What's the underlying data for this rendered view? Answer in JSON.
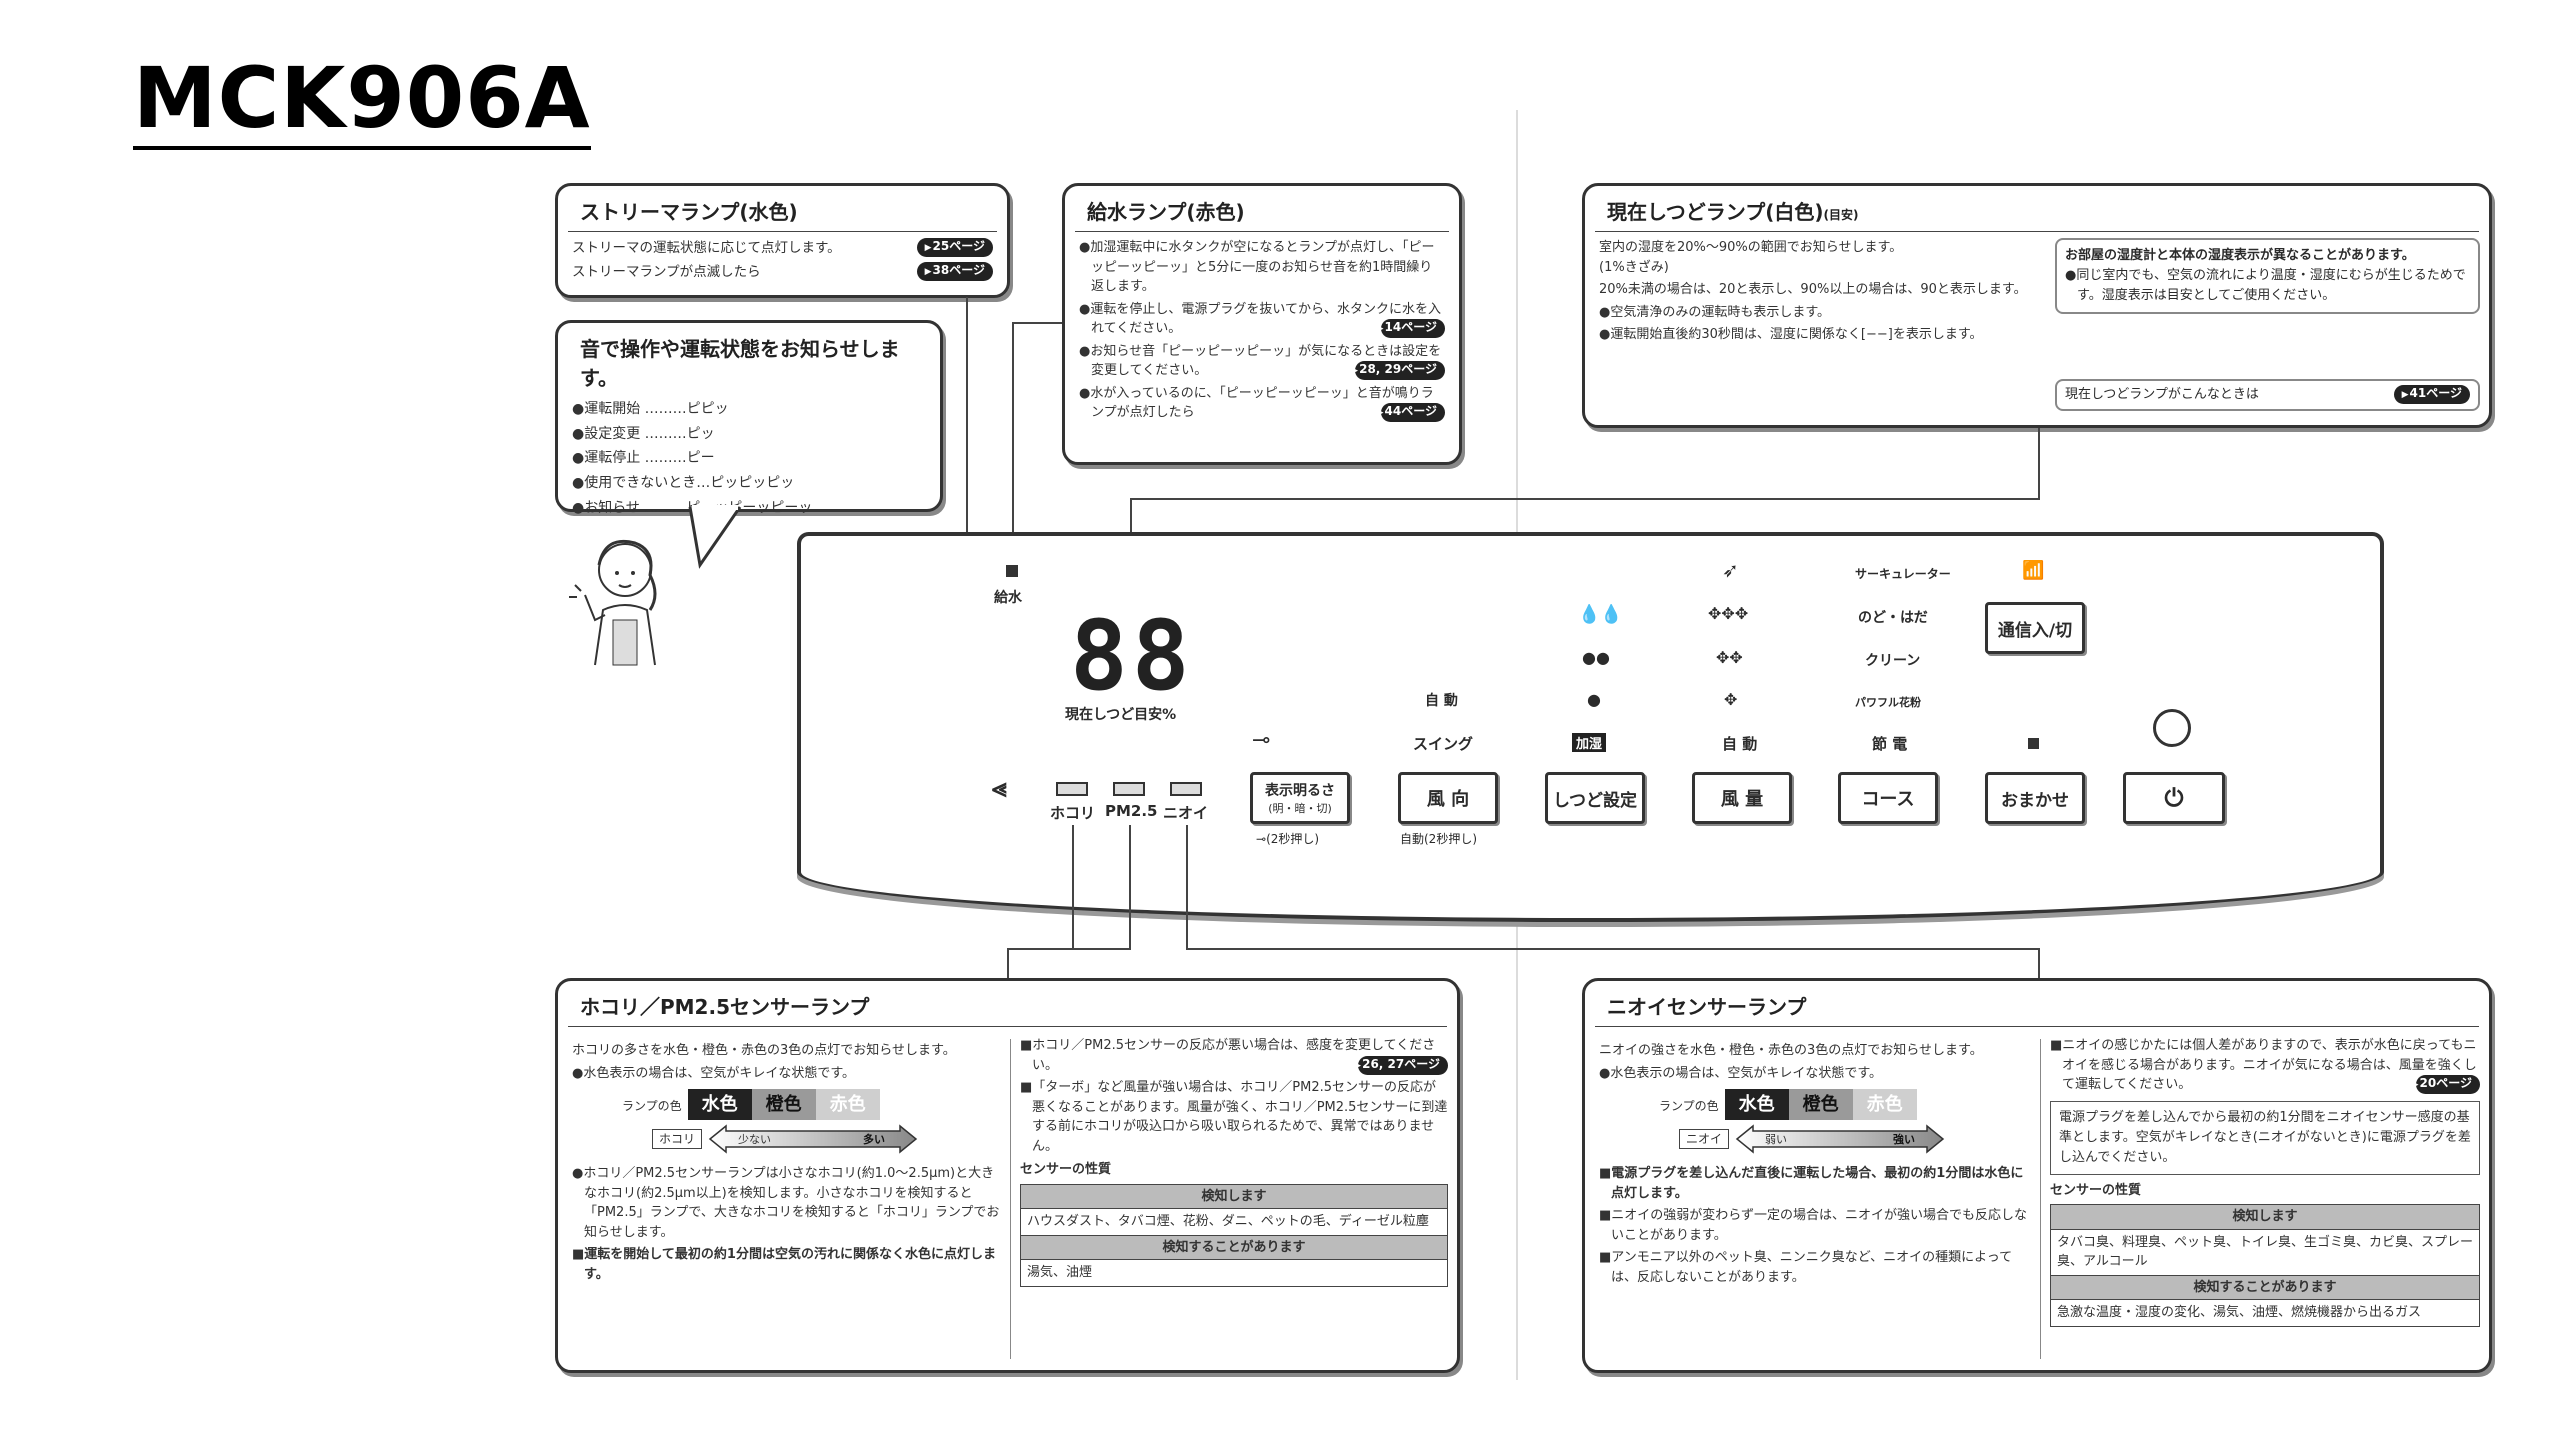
{
  "model": "MCK906A",
  "streamer_box": {
    "title": "ストリーマランプ(水色)",
    "line1": "ストリーマの運転状態に応じて点灯します。",
    "ref1": "25ページ",
    "line2": "ストリーマランプが点滅したら",
    "ref2": "38ページ"
  },
  "sound_box": {
    "title": "音で操作や運転状態をお知らせします。",
    "items": [
      "●運転開始 ………ピピッ",
      "●設定変更 ………ピッ",
      "●運転停止 ………ピー",
      "●使用できないとき…ピッピッピッ",
      "●お知らせ ………ピーッピーッピーッ"
    ]
  },
  "water_box": {
    "title": "給水ランプ(赤色)",
    "p1": "●加湿運転中に水タンクが空になるとランプが点灯し、「ピーッピーッピーッ」と5分に一度のお知らせ音を約1時間繰り返します。",
    "p2": "●運転を停止し、電源プラグを抜いてから、水タンクに水を入れてください。",
    "ref2": "14ページ",
    "p3": "●お知らせ音「ピーッピーッピーッ」が気になるときは設定を変更してください。",
    "ref3": "28, 29ページ",
    "p4": "●水が入っているのに、「ピーッピーッピーッ」と音が鳴りランプが点灯したら",
    "ref4": "44ページ"
  },
  "humidity_box": {
    "title": "現在しつどランプ(白色)",
    "title_small": "(目安)",
    "p1": "室内の湿度を20%～90%の範囲でお知らせします。",
    "p2": "(1%きざみ)",
    "p3": "20%未満の場合は、20と表示し、90%以上の場合は、90と表示します。",
    "p4": "●空気清浄のみの運転時も表示します。",
    "p5": "●運転開始直後約30秒間は、湿度に関係なく[−−]を表示します。",
    "note_title": "お部屋の湿度計と本体の湿度表示が異なることがあります。",
    "note_text": "●同じ室内でも、空気の流れにより温度・湿度にむらが生じるためです。湿度表示は目安としてご使用ください。",
    "footer": "現在しつどランプがこんなときは",
    "footer_ref": "41ページ"
  },
  "panel": {
    "water_label": "給水",
    "display": "88",
    "display_label": "現在しつど目安%",
    "sensor_labels": [
      "ホコリ",
      "PM2.5",
      "ニオイ"
    ],
    "brightness_button": "表示明るさ",
    "brightness_sub": "(明・暗・切)",
    "lock_note": "(2秒押し)",
    "auto_label": "自 動",
    "swing_label": "スイング",
    "wind_dir_button": "風 向",
    "wind_dir_note": "自動(2秒押し)",
    "humidify_label": "加湿",
    "humidity_set_button": "しつど設定",
    "fan_auto_label": "自 動",
    "fan_button": "風 量",
    "course_labels": [
      "サーキュレーター",
      "のど・はだ",
      "クリーン",
      "パワフル花粉",
      "節 電"
    ],
    "course_button": "コース",
    "omakase_button": "おまかせ",
    "wifi_button": "通信入/切",
    "power_icon": "power-icon"
  },
  "dust_box": {
    "title": "ホコリ／PM2.5センサーランプ",
    "intro": "ホコリの多さを水色・橙色・赤色の3色の点灯でお知らせします。",
    "note1": "●水色表示の場合は、空気がキレイな状態です。",
    "lamp_color_label": "ランプの色",
    "colors": [
      "水色",
      "橙色",
      "赤色"
    ],
    "scale_label": "ホコリ",
    "scale_low": "少ない",
    "scale_high": "多い",
    "p2": "●ホコリ／PM2.5センサーランプは小さなホコリ(約1.0～2.5μm)と大きなホコリ(約2.5μm以上)を検知します。小さなホコリを検知すると「PM2.5」ランプで、大きなホコリを検知すると「ホコリ」ランプでお知らせします。",
    "p3": "■運転を開始して最初の約1分間は空気の汚れに関係なく水色に点灯します。",
    "r1": "■ホコリ／PM2.5センサーの反応が悪い場合は、感度を変更してください。",
    "r1_ref": "26, 27ページ",
    "r2": "■「ターボ」など風量が強い場合は、ホコリ／PM2.5センサーの反応が悪くなることがあります。風量が強く、ホコリ／PM2.5センサーに到達する前にホコリが吸込口から吸い取られるためで、異常ではありません。",
    "sensor_title": "センサーの性質",
    "detect_header": "検知します",
    "detect_text": "ハウスダスト、タバコ煙、花粉、ダニ、ペットの毛、ディーゼル粒塵",
    "maybe_header": "検知することがあります",
    "maybe_text": "湯気、油煙"
  },
  "odor_box": {
    "title": "ニオイセンサーランプ",
    "intro": "ニオイの強さを水色・橙色・赤色の3色の点灯でお知らせします。",
    "note1": "●水色表示の場合は、空気がキレイな状態です。",
    "lamp_color_label": "ランプの色",
    "colors": [
      "水色",
      "橙色",
      "赤色"
    ],
    "scale_label": "ニオイ",
    "scale_low": "弱い",
    "scale_high": "強い",
    "p2": "■電源プラグを差し込んだ直後に運転した場合、最初の約1分間は水色に点灯します。",
    "p3": "■ニオイの強弱が変わらず一定の場合は、ニオイが強い場合でも反応しないことがあります。",
    "p4": "■アンモニア以外のペット臭、ニンニク臭など、ニオイの種類によっては、反応しないことがあります。",
    "r1": "■ニオイの感じかたには個人差がありますので、表示が水色に戻ってもニオイを感じる場合があります。ニオイが気になる場合は、風量を強くして運転してください。",
    "r1_ref": "20ページ",
    "r2": "電源プラグを差し込んでから最初の約1分間をニオイセンサー感度の基準とします。空気がキレイなとき(ニオイがないとき)に電源プラグを差し込んでください。",
    "sensor_title": "センサーの性質",
    "detect_header": "検知します",
    "detect_text": "タバコ臭、料理臭、ペット臭、トイレ臭、生ゴミ臭、カビ臭、スプレー臭、アルコール",
    "maybe_header": "検知することがあります",
    "maybe_text": "急激な温度・湿度の変化、湯気、油煙、燃焼機器から出るガス"
  }
}
